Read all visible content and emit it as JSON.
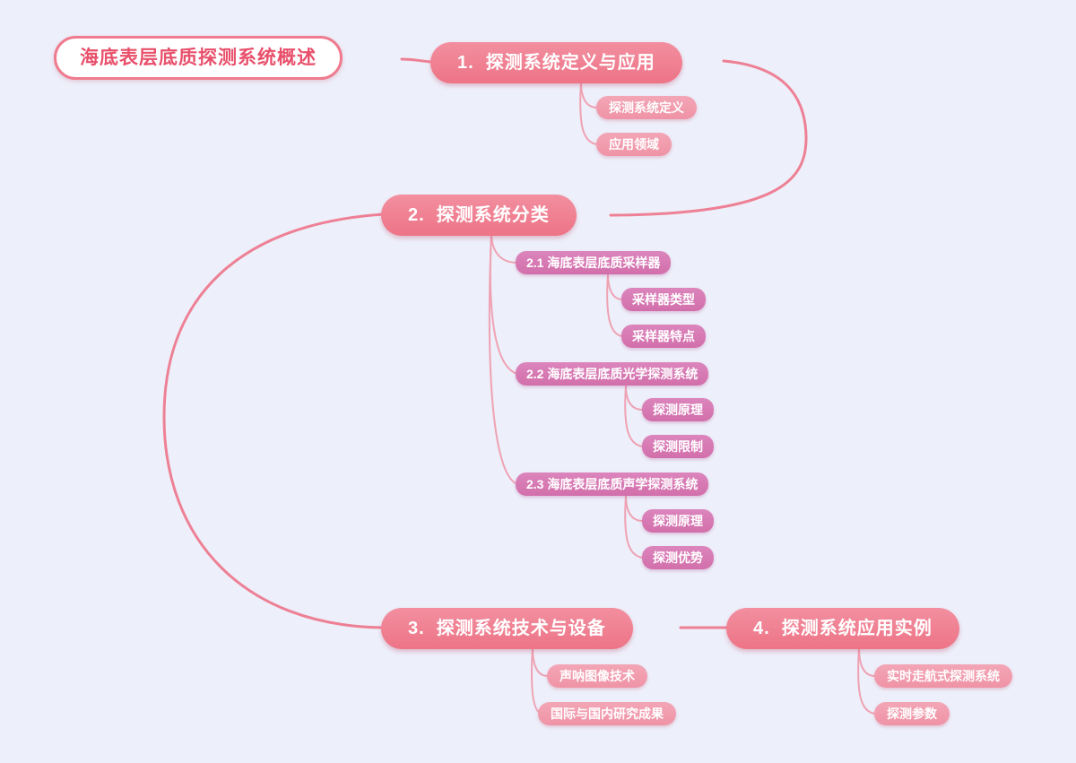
{
  "colors": {
    "background": "#edeffa",
    "main_node": "#ed7486",
    "sub_node_pink": "#ef95a8",
    "sub_node_orchid": "#d26fab",
    "root_border": "#ef7b8e",
    "root_text": "#e8506b",
    "line_main": "#ee8095",
    "line_child": "#efa2b3"
  },
  "nodes": {
    "root": "海底表层底质探测系统概述",
    "b1": "1.  探测系统定义与应用",
    "b1c1": "探测系统定义",
    "b1c2": "应用领域",
    "b2": "2.  探测系统分类",
    "b21": "2.1 海底表层底质采样器",
    "b21c1": "采样器类型",
    "b21c2": "采样器特点",
    "b22": "2.2 海底表层底质光学探测系统",
    "b22c1": "探测原理",
    "b22c2": "探测限制",
    "b23": "2.3 海底表层底质声学探测系统",
    "b23c1": "探测原理",
    "b23c2": "探测优势",
    "b3": "3.  探测系统技术与设备",
    "b3c1": "声呐图像技术",
    "b3c2": "国际与国内研究成果",
    "b4": "4.  探测系统应用实例",
    "b4c1": "实时走航式探测系统",
    "b4c2": "探测参数"
  }
}
